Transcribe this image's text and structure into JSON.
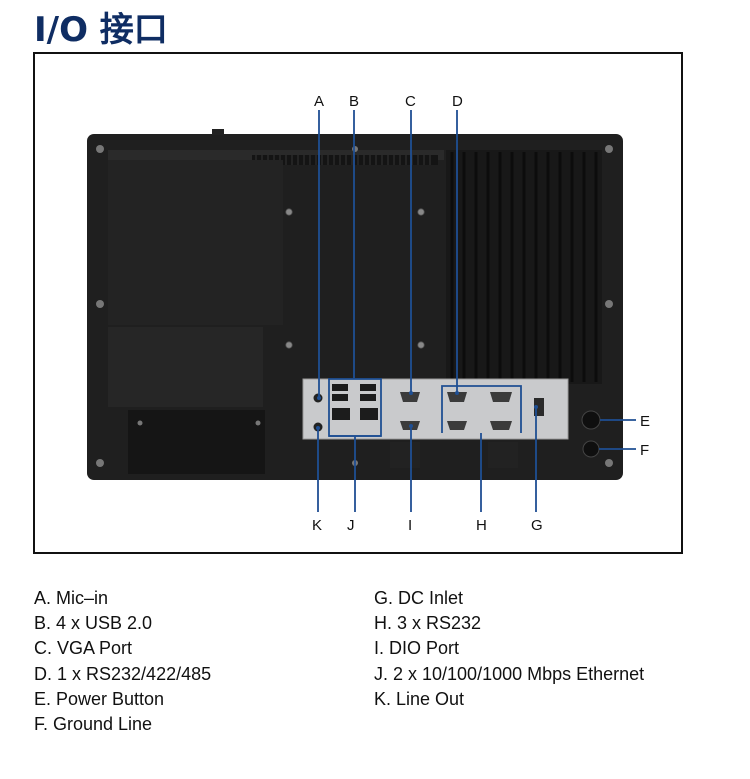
{
  "page": {
    "title": "I/O 接口"
  },
  "callouts": {
    "top": [
      "A",
      "B",
      "C",
      "D"
    ],
    "side": [
      "E",
      "F"
    ],
    "bottom": [
      "K",
      "J",
      "I",
      "H",
      "G"
    ]
  },
  "legend": {
    "left": [
      "A. Mic–in",
      "B. 4 x USB 2.0",
      "C. VGA Port",
      "D. 1 x RS232/422/485",
      "E. Power Button",
      "F. Ground Line"
    ],
    "right": [
      "G. DC Inlet",
      "H. 3 x RS232",
      "I. DIO Port",
      "J. 2 x 10/100/1000 Mbps Ethernet",
      "K. Line Out"
    ]
  },
  "colors": {
    "title": "#0f2d63",
    "leader": "#1f4f93",
    "chassis": "#1f1f1f",
    "io_panel": "#c9cacc"
  }
}
